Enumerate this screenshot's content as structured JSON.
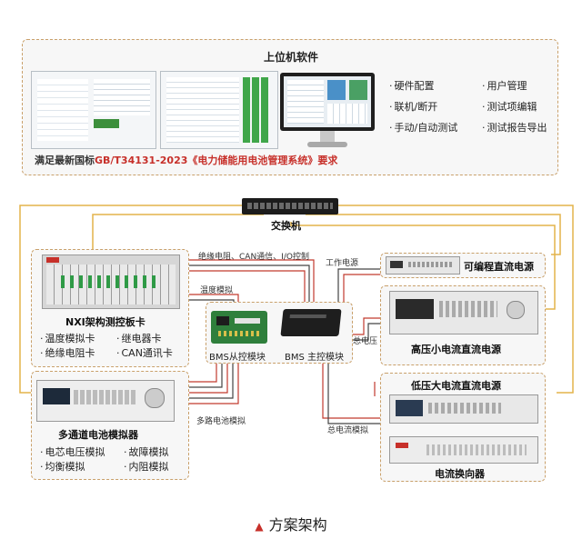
{
  "software": {
    "title": "上位机软件",
    "features_left": [
      "硬件配置",
      "联机/断开",
      "手动/自动测试"
    ],
    "features_right": [
      "用户管理",
      "测试项编辑",
      "测试报告导出"
    ],
    "standard_prefix": "满足最新国标",
    "standard_code": "GB/T34131-2023",
    "standard_suffix": "《电力储能用电池管理系统》要求"
  },
  "switch": {
    "label": "交换机"
  },
  "nxi": {
    "title": "NXI架构测控板卡",
    "cards": [
      "温度模拟卡",
      "继电器卡",
      "绝缘电阻卡",
      "CAN通讯卡"
    ]
  },
  "battery_sim": {
    "title": "多通道电池模拟器",
    "features": [
      "电芯电压模拟",
      "故障模拟",
      "均衡模拟",
      "内阻模拟"
    ]
  },
  "bms": {
    "slave_label": "BMS从控模块",
    "master_label": "BMS 主控模块"
  },
  "psu_prog": {
    "label": "可编程直流电源"
  },
  "psu_hv": {
    "label": "高压小电流直流电源"
  },
  "psu_lv": {
    "label": "低压大电流直流电源"
  },
  "reverser": {
    "label": "电流换向器"
  },
  "wire_labels": {
    "top": "绝缘电阻、CAN通信、I/O控制",
    "temp": "温度模拟",
    "multi": "多路电池模拟",
    "work_power": "工作电源",
    "total_v": "总电压",
    "total_i": "总电流模拟"
  },
  "caption": "方案架构",
  "colors": {
    "wire_red": "#c23a2e",
    "wire_dark": "#444444",
    "wire_yellow": "#e3b34a",
    "panel_border": "#c9a06a",
    "accent_red": "#c7302a"
  }
}
